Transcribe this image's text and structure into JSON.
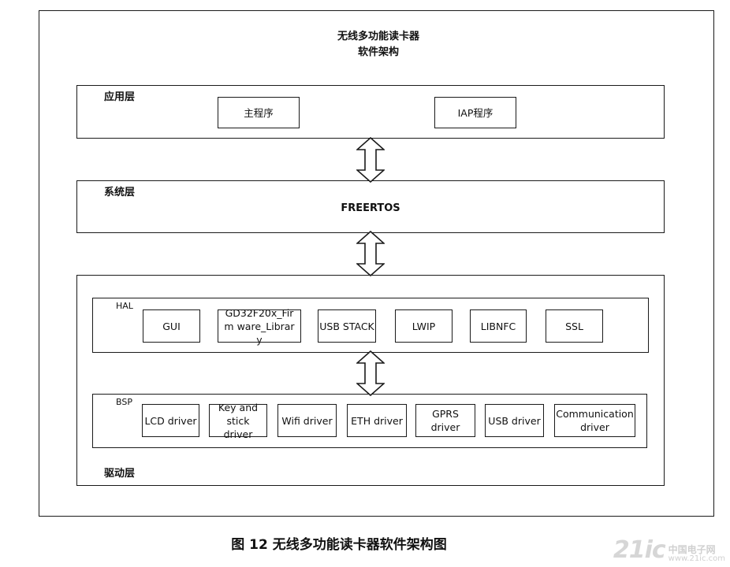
{
  "title": {
    "line1": "无线多功能读卡器",
    "line2": "软件架构"
  },
  "layers": {
    "app": {
      "label": "应用层",
      "modules": [
        "主程序",
        "IAP程序"
      ]
    },
    "system": {
      "label": "系统层",
      "content": "FREERTOS"
    },
    "driver": {
      "label": "驱动层",
      "hal": {
        "label": "HAL",
        "modules": [
          "GUI",
          "GD32F20x_Firm ware_Library",
          "USB STACK",
          "LWIP",
          "LIBNFC",
          "SSL"
        ]
      },
      "bsp": {
        "label": "BSP",
        "modules": [
          "LCD driver",
          "Key and stick driver",
          "Wifi driver",
          "ETH driver",
          "GPRS driver",
          "USB driver",
          "Communication driver"
        ]
      }
    }
  },
  "caption": "图 12 无线多功能读卡器软件架构图",
  "watermark": {
    "logo": "21ic",
    "line1": "中国电子网",
    "line2": "www.21ic.com"
  }
}
